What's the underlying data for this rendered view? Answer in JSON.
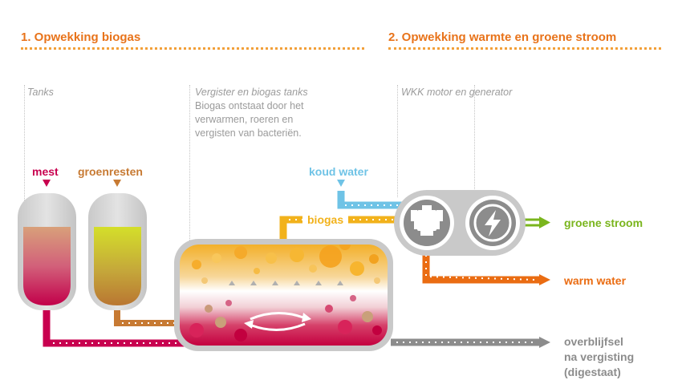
{
  "sections": {
    "biogas_title": "1. Opwekking biogas",
    "power_title": "2. Opwekking warmte en groene stroom"
  },
  "captions": {
    "tanks": "Tanks",
    "digester_title": "Vergister en biogas tanks",
    "digester_lines": [
      "Biogas ontstaat door het",
      "verwarmen, roeren en",
      "vergisten van bacteriën."
    ],
    "chp": "WKK motor en generator"
  },
  "labels": {
    "mest": "mest",
    "groenresten": "groenresten",
    "koud_water": "koud water",
    "biogas": "biogas",
    "groene_stroom": "groene stroom",
    "warm_water": "warm water",
    "residue_lines": [
      "overblijfsel",
      "na vergisting",
      "(digestaat)"
    ]
  },
  "colors": {
    "orange_title": "#e8731a",
    "mest": "#c8004f",
    "groenresten": "#c77a33",
    "koud_water": "#6fc3e6",
    "biogas": "#f2b21b",
    "groene_stroom": "#7ab51d",
    "warm_water": "#ea6c12",
    "digestate": "#8c8c8c"
  },
  "icons": [
    "engine-icon",
    "lightning-icon",
    "stir-arrows-icon",
    "pipe-arrow-icon"
  ]
}
